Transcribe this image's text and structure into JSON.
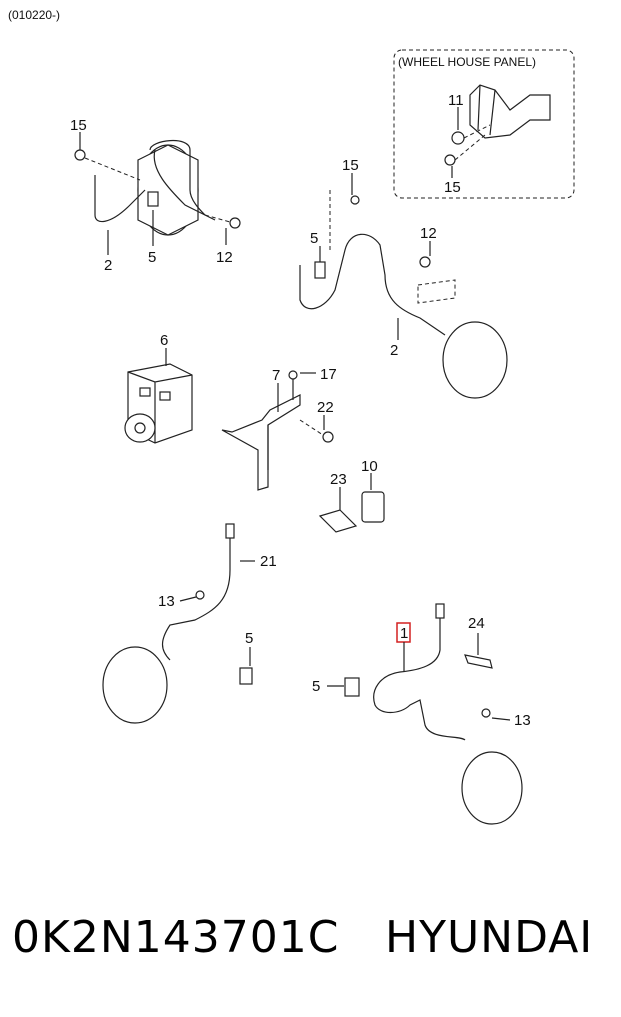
{
  "header_code": "(010220-)",
  "wheel_house_panel": "(WHEEL HOUSE PANEL)",
  "callouts": {
    "c15a": "15",
    "c2a": "2",
    "c5a": "5",
    "c12a": "12",
    "c11": "11",
    "c15b": "15",
    "c15c": "15",
    "c5b": "5",
    "c12b": "12",
    "c2b": "2",
    "c6": "6",
    "c7": "7",
    "c17": "17",
    "c22": "22",
    "c23": "23",
    "c10": "10",
    "c21": "21",
    "c13a": "13",
    "c5c": "5",
    "c1": "1",
    "c24": "24",
    "c5d": "5",
    "c13b": "13"
  },
  "part_number": "0K2N143701C",
  "brand": "HYUNDAI",
  "highlight_color": "#d42020"
}
